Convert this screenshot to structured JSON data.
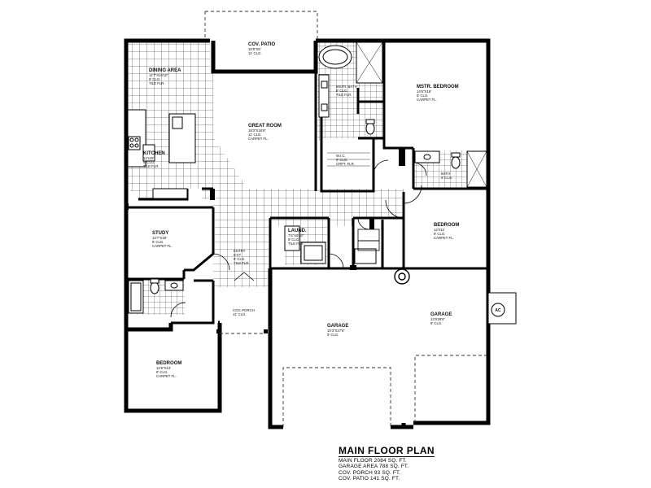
{
  "plan": {
    "title": "MAIN FLOOR PLAN",
    "summary": [
      "MAIN FLOOR 2084 SQ. FT.",
      "GARAGE AREA 788 SQ. FT.",
      "COV. PORCH 93 SQ. FT.",
      "COV. PATIO 141 SQ. FT."
    ]
  },
  "rooms": {
    "cov_patio": {
      "name": "COV. PATIO",
      "dims": "16'8\"X5'",
      "ceil": "11' CLG."
    },
    "dining": {
      "name": "DINING AREA",
      "dims": "11'7\"X16'10\"",
      "ceil": "9' CLG.",
      "floor": "TILE FLR."
    },
    "great_room": {
      "name": "GREAT ROOM",
      "dims": "19'3\"X16'6\"",
      "ceil": "11' CLG.",
      "floor": "CARPET FL."
    },
    "kitchen": {
      "name": "KITCHEN",
      "dims": "12'x15'",
      "ceil": "9' CLG.",
      "floor": "TILE FLR."
    },
    "mstr_bath": {
      "name": "MSTR. BATH",
      "ceil": "9' CLG.",
      "floor": "TILE FLR."
    },
    "wic": {
      "name": "W.I.C.",
      "ceil": "9' CLG.",
      "floor": "CRPT. FLR."
    },
    "mstr_bedroom": {
      "name": "MSTR. BEDROOM",
      "dims": "14'6\"X16'",
      "ceil": "9' CLG.",
      "floor": "CARPET FL."
    },
    "bath2": {
      "name": "BATH",
      "ceil": "9' CLG."
    },
    "study": {
      "name": "STUDY",
      "dims": "13'7\"X18'",
      "ceil": "9' CLG.",
      "floor": "CARPET FL."
    },
    "laund": {
      "name": "LAUND.",
      "dims": "7'6\"X9'10\"",
      "ceil": "9' CLG.",
      "floor": "TILE FLR."
    },
    "entry": {
      "name": "ENTRY",
      "dims": "5'X7'",
      "ceil": "9' CLG.",
      "floor": "TILE FLR."
    },
    "bedroom_r": {
      "name": "BEDROOM",
      "dims": "12'X11'",
      "ceil": "9' CLG.",
      "floor": "CARPET FL."
    },
    "cov_porch": {
      "name": "COV. PORCH",
      "ceil": "11' CLG."
    },
    "garage_l": {
      "name": "GARAGE",
      "dims": "19'3\"X27'6\"",
      "ceil": "9' CLG."
    },
    "garage_r": {
      "name": "GARAGE",
      "dims": "13'X28'6\"",
      "ceil": "9' CLG."
    },
    "bedroom_l": {
      "name": "BEDROOM",
      "dims": "12'6\"X13'",
      "ceil": "9' CLG.",
      "floor": "CARPET FL."
    }
  },
  "fixtures": {
    "ac_label": "AC"
  }
}
